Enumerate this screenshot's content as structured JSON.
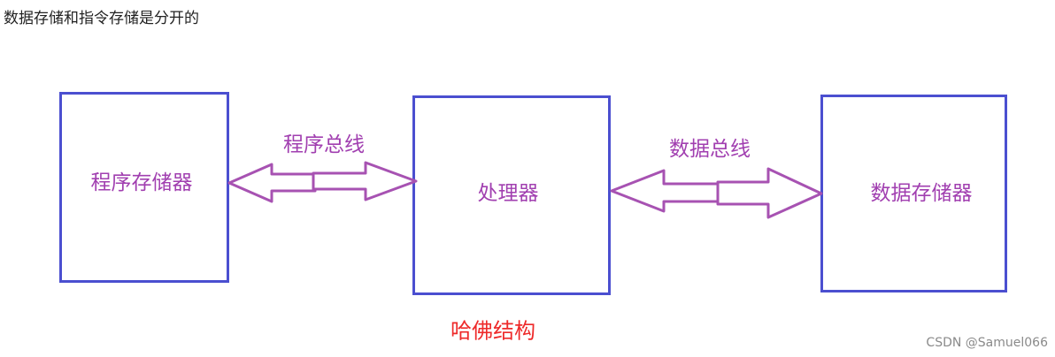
{
  "caption": "数据存储和指令存储是分开的",
  "colors": {
    "box_border": "#4b4fd0",
    "label_purple": "#a13fb0",
    "arrow_stroke": "#a752b2",
    "title_red": "#ee2a2a"
  },
  "boxes": {
    "program_memory": "程序存储器",
    "processor": "处理器",
    "data_memory": "数据存储器"
  },
  "buses": {
    "program_bus": "程序总线",
    "data_bus": "数据总线"
  },
  "architecture_name": "哈佛结构",
  "watermark": "CSDN @Samuel066"
}
